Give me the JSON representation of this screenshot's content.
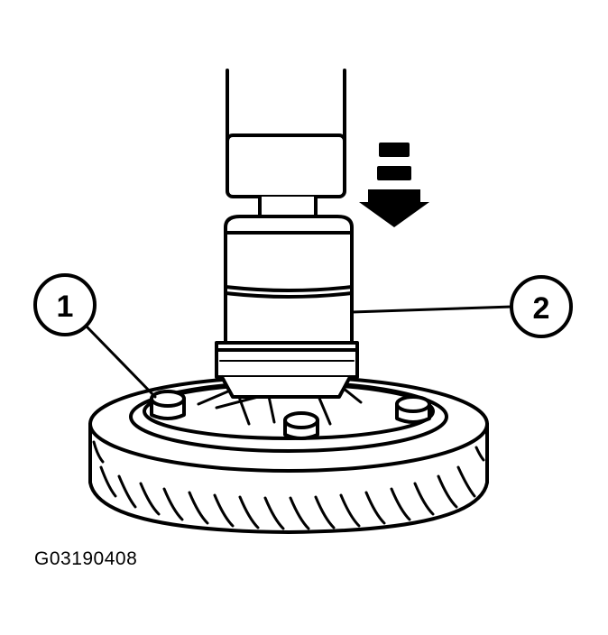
{
  "callouts": [
    {
      "label": "1"
    },
    {
      "label": "2"
    }
  ],
  "figure_id": "G03190408",
  "colors": {
    "ink": "#000000",
    "paper": "#ffffff"
  }
}
